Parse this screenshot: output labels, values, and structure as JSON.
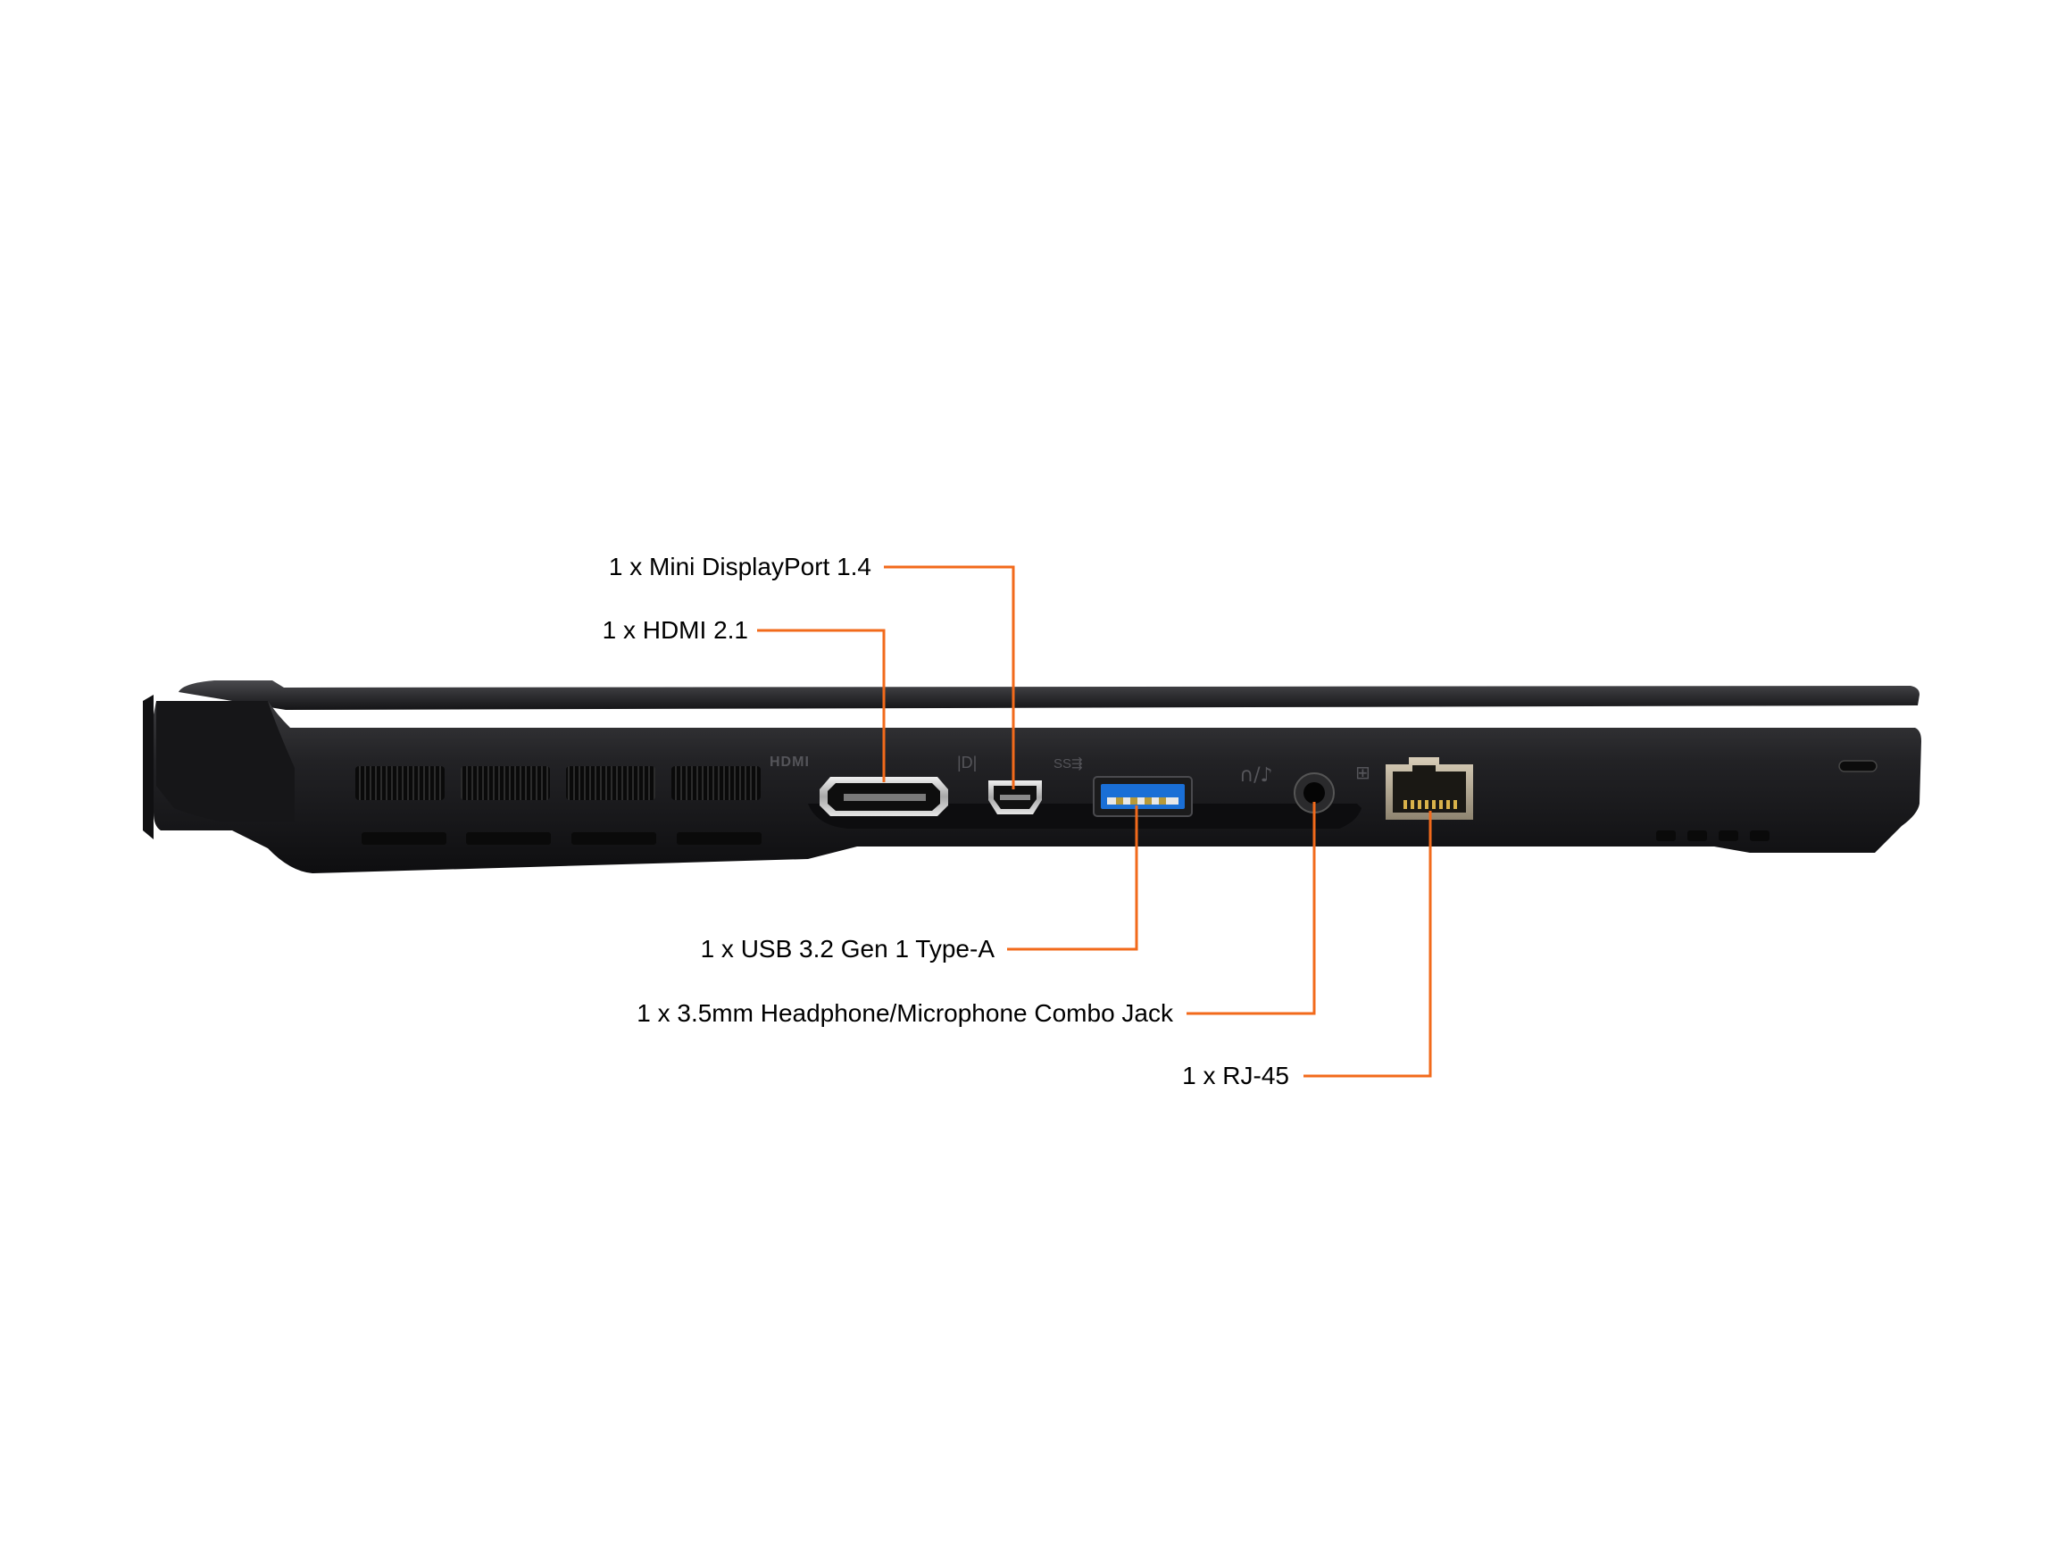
{
  "colors": {
    "leader_line": "#F26A1B",
    "chassis": "#1c1c1e",
    "usb_blue": "#1a6fd6",
    "background": "#ffffff"
  },
  "port_icons": {
    "hdmi": "hdmi-logo-icon",
    "minidp": "displayport-logo-icon",
    "usb": "superspeed-usb-icon",
    "audio": "headphone-mic-icon",
    "rj45": "network-icon"
  },
  "callouts": {
    "minidp": {
      "label": "1 x Mini DisplayPort 1.4"
    },
    "hdmi": {
      "label": "1 x HDMI 2.1"
    },
    "usb": {
      "label": "1 x USB 3.2 Gen 1 Type-A"
    },
    "audio": {
      "label": "1 x 3.5mm Headphone/Microphone Combo Jack"
    },
    "rj45": {
      "label": "1 x RJ-45"
    }
  }
}
